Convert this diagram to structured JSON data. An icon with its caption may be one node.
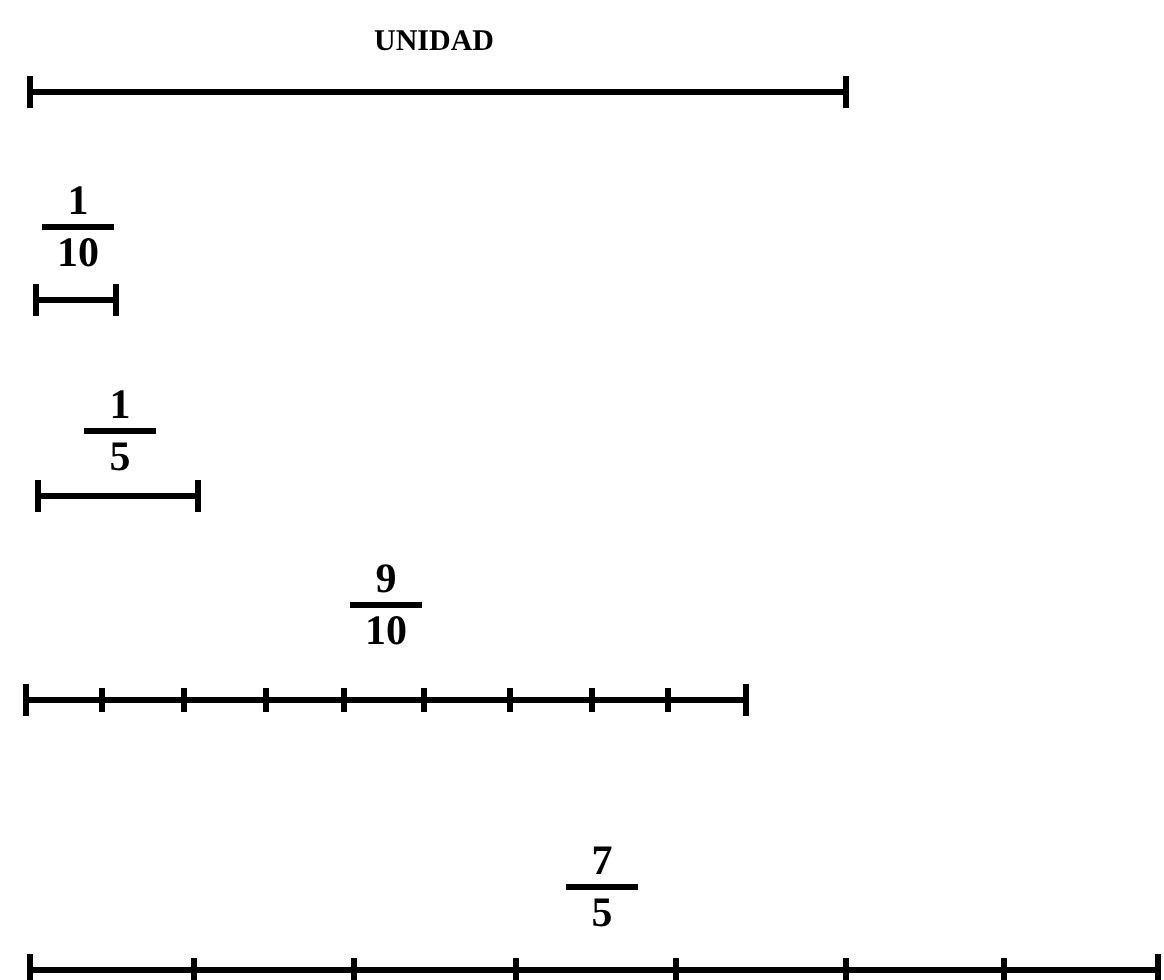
{
  "diagram": {
    "labels": [
      "UNIDAD",
      "1",
      "10",
      "1",
      "5",
      "9",
      "10",
      "7",
      "5"
    ]
  }
}
